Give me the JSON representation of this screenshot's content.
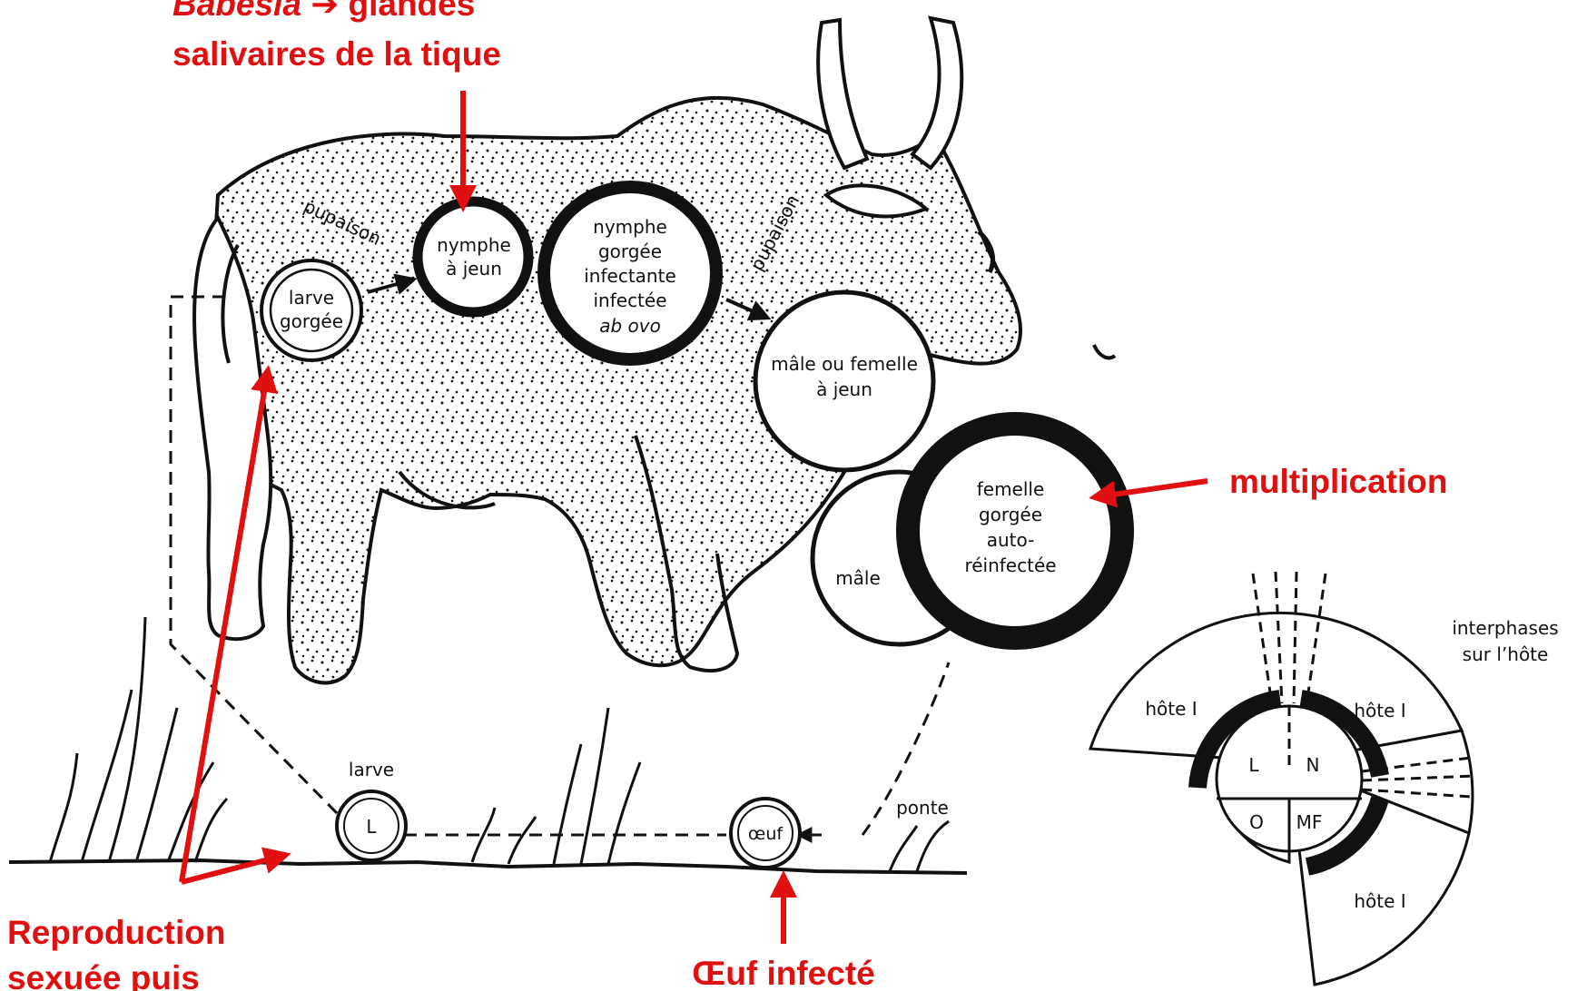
{
  "colors": {
    "annotation": "#e01010",
    "ink": "#111111",
    "paper": "#ffffff"
  },
  "annotations": {
    "top_line1_italic": "Babesia",
    "top_line1_rest": "glandes",
    "top_line2": "salivaires de la tique",
    "multiplication": "multiplication",
    "repro_line1": "Reproduction",
    "repro_line2": "sexuée puis",
    "egg_infected": "Œuf infecté"
  },
  "cycle": {
    "pupaison_left": "pupaison",
    "pupaison_right": "pupaison",
    "larve_gorgee": [
      "larve",
      "gorgée"
    ],
    "nymphe_jeun": [
      "nymphe",
      "à jeun"
    ],
    "nymphe_gorgee": [
      "nymphe",
      "gorgée",
      "infectante",
      "infectée"
    ],
    "nymphe_gorgee_italic": "ab ovo",
    "adulte_jeun": [
      "mâle ou femelle",
      "à jeun"
    ],
    "femelle_gorgee": [
      "femelle",
      "gorgée",
      "auto-",
      "réinfectée"
    ],
    "male": "mâle",
    "larve_label": "larve",
    "larve_letter": "L",
    "oeuf": "œuf",
    "ponte": "ponte"
  },
  "inset": {
    "interphases": [
      "interphases",
      "sur l’hôte"
    ],
    "host_top_left": "hôte I",
    "host_top_right": "hôte I",
    "host_bottom": "hôte I",
    "L": "L",
    "N": "N",
    "O": "O",
    "MF": "MF"
  }
}
